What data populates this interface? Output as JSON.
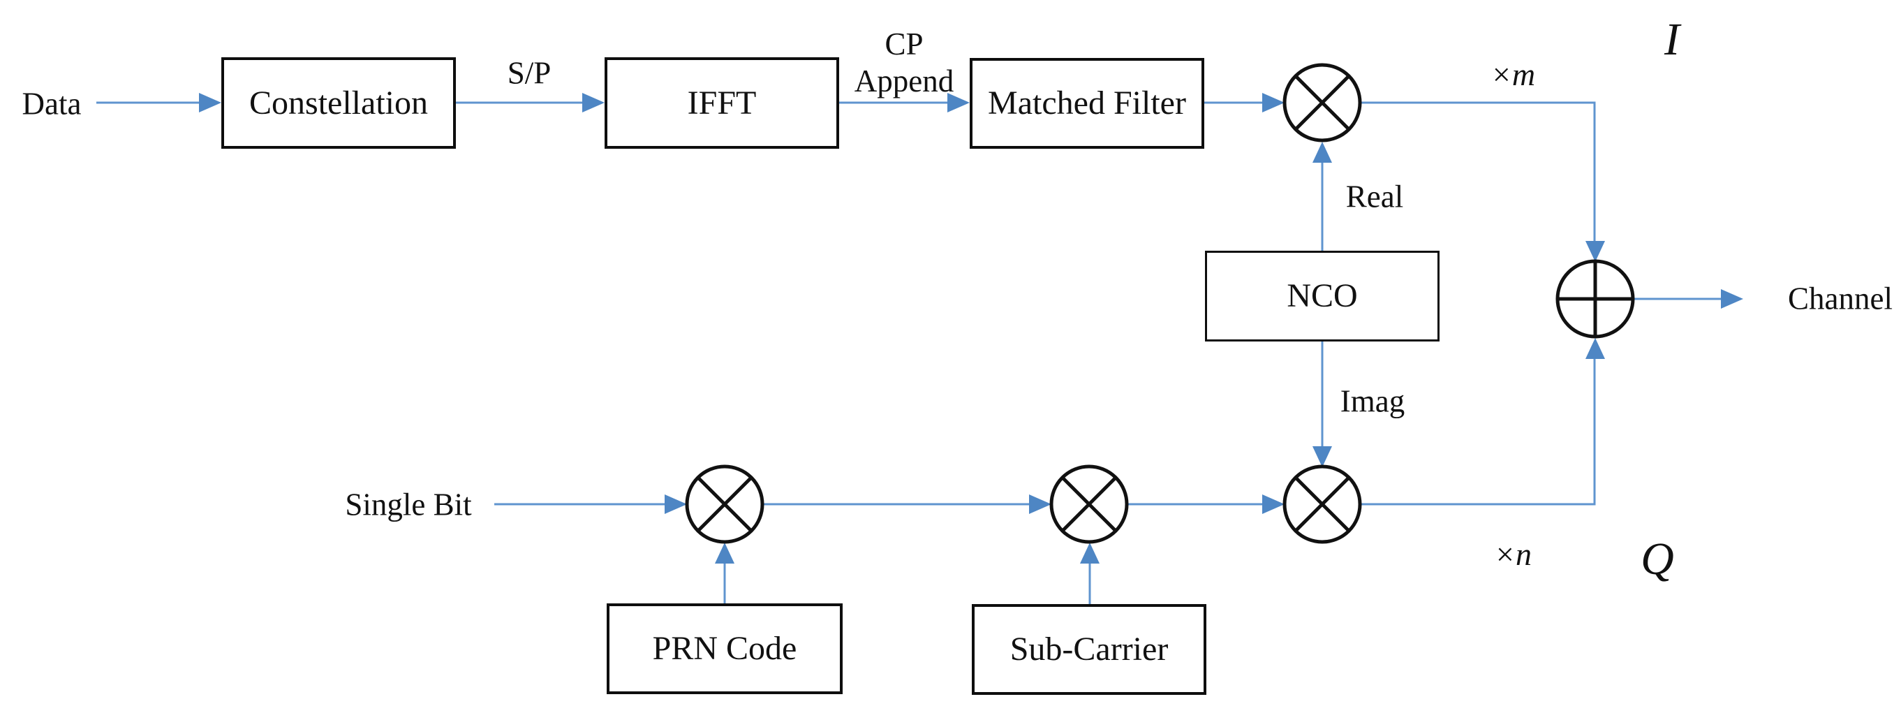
{
  "colors": {
    "line_blue": "#5f94cf",
    "arrow_blue": "#4e86c4",
    "shape_black": "#111111",
    "background": "#ffffff"
  },
  "top_row": {
    "data_label": "Data",
    "constellation_block": "Constellation",
    "sp_label": "S/P",
    "ifft_block": "IFFT",
    "cp_label_line1": "CP",
    "cp_label_line2": "Append",
    "matched_filter_block": "Matched Filter",
    "times_m_label": "×m",
    "i_label": "I"
  },
  "carrier": {
    "nco_block": "NCO",
    "real_label": "Real",
    "imag_label": "Imag"
  },
  "output": {
    "channel_label": "Channel"
  },
  "bottom_row": {
    "single_bit_label": "Single Bit",
    "prn_code_block": "PRN Code",
    "sub_carrier_block": "Sub-Carrier",
    "times_n_label": "×n",
    "q_label": "Q"
  }
}
